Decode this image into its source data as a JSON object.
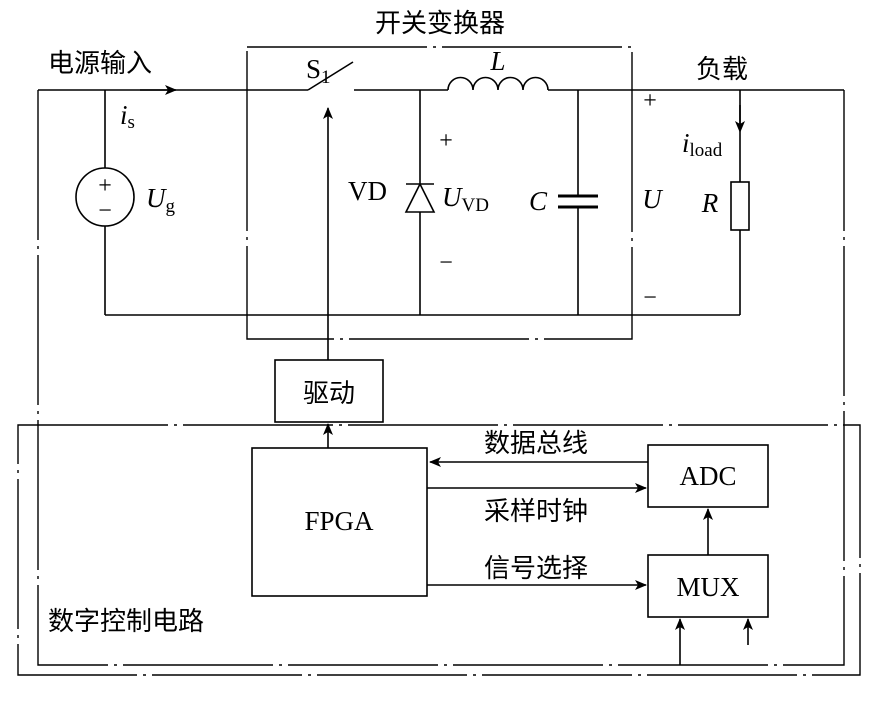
{
  "labels": {
    "converter_title": "开关变换器",
    "power_input": "电源输入",
    "load": "负载",
    "digital_control": "数字控制电路",
    "driver": "驱动",
    "fpga": "FPGA",
    "adc": "ADC",
    "mux": "MUX",
    "data_bus": "数据总线",
    "sample_clock": "采样时钟",
    "signal_select": "信号选择"
  },
  "symbols": {
    "switch_main": "S",
    "switch_sub": "1",
    "inductor": "L",
    "diode": "VD",
    "diode_voltage_main": "U",
    "diode_voltage_sub": "VD",
    "capacitor": "C",
    "output_voltage": "U",
    "resistor": "R",
    "source_voltage_main": "U",
    "source_voltage_sub": "g",
    "source_current_main": "i",
    "source_current_sub": "s",
    "load_current_main": "i",
    "load_current_sub": "load",
    "plus": "+",
    "minus": "−"
  }
}
